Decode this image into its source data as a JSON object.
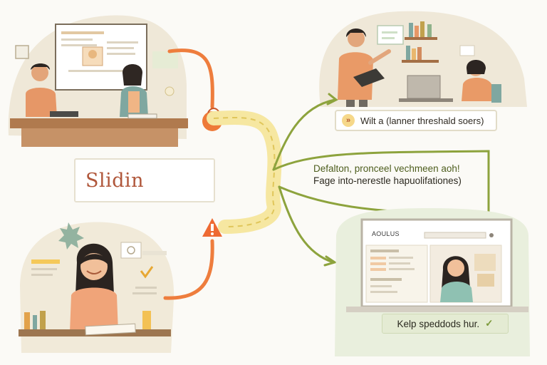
{
  "center_label": "Slidin",
  "top_right_label": "Wilt a (lanner threshald soers)",
  "middle_text": {
    "line1": "Defalton, pronceel vechmeen aoh!",
    "line2": "Fage into-nerestle hapuolifationes)"
  },
  "laptop_title": "AOULUS",
  "bottom_right_label": "Kelp speddods hur.",
  "icons": [
    "slide-thumbnail-icon",
    "brain-icon",
    "orange-flower-icon",
    "warning-icon",
    "checkmark-icon",
    "gear-icon",
    "chevron-right-icon"
  ],
  "colors": {
    "accent_orange": "#ee7d3d",
    "path_yellow": "#f6e7a1",
    "arrow_green": "#8da33d",
    "label_red": "#b0573b"
  }
}
